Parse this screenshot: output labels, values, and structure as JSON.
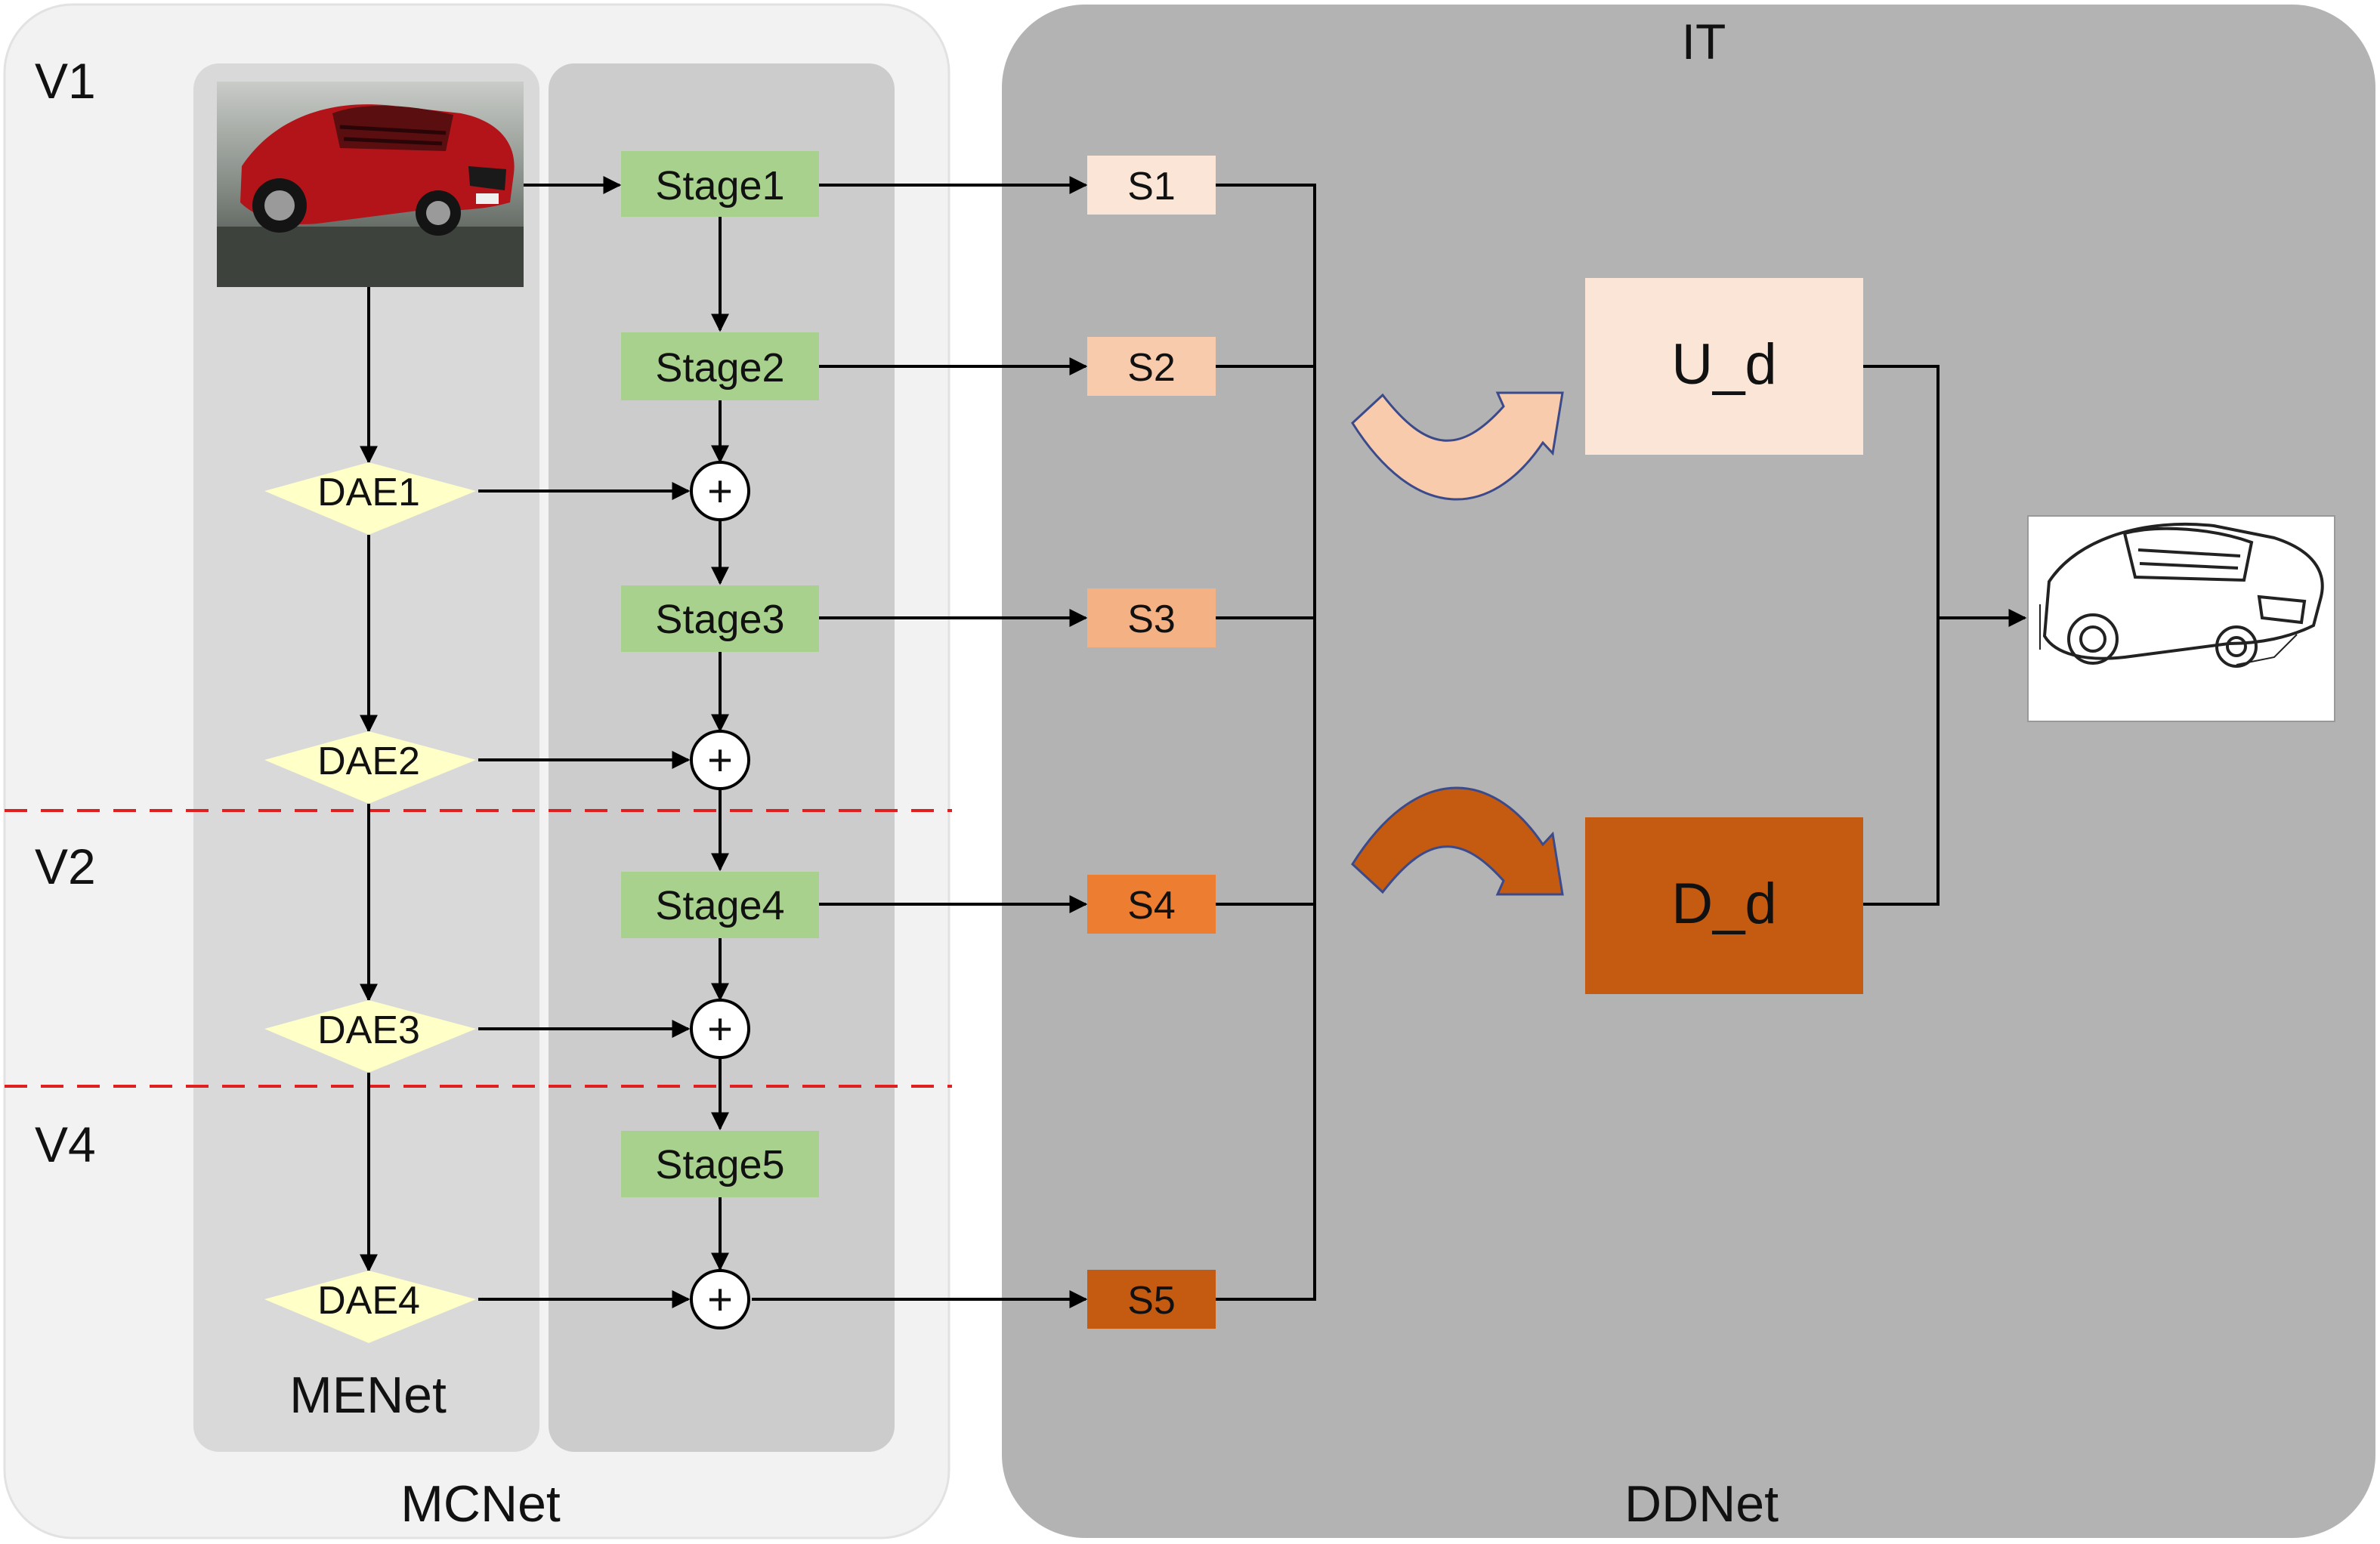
{
  "regions": {
    "v1": "V1",
    "v2": "V2",
    "v4": "V4",
    "it": "IT",
    "menet": "MENet",
    "mcnet": "MCNet",
    "ddnet": "DDNet"
  },
  "stages": [
    "Stage1",
    "Stage2",
    "Stage3",
    "Stage4",
    "Stage5"
  ],
  "daes": [
    "DAE1",
    "DAE2",
    "DAE3",
    "DAE4"
  ],
  "side_outputs": [
    "S1",
    "S2",
    "S3",
    "S4",
    "S5"
  ],
  "decoders": {
    "up": "U_d",
    "down": "D_d"
  },
  "plus_symbol": "+",
  "colors": {
    "outer_panel": "#f2f2f2",
    "inner_panel": "#d9d9d9",
    "stage_panel": "#cccccc",
    "ddnet_panel": "#b3b3b3",
    "stage_box": "#a9d18e",
    "dae_box": "#ffffc8",
    "s1": "#fbe5d6",
    "s2": "#f8cbad",
    "s3": "#f4b183",
    "s4": "#ed7d31",
    "s5": "#c55a11",
    "u_d": "#fbe5d6",
    "d_d": "#c55a11",
    "divider": "#e02020"
  }
}
